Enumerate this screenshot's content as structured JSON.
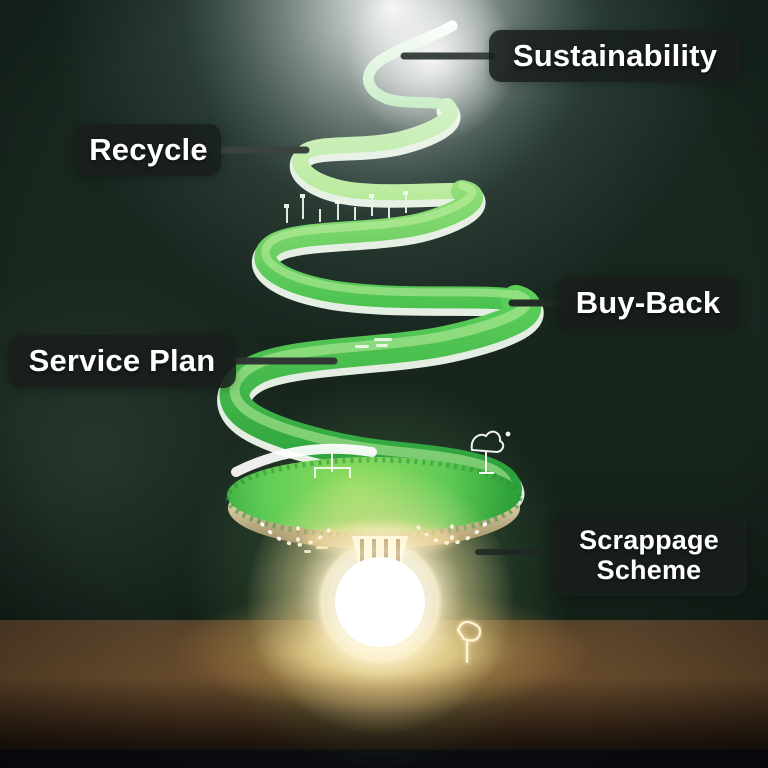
{
  "labels": {
    "sustainability": "Sustainability",
    "recycle": "Recycle",
    "buy_back": "Buy-Back",
    "service_plan": "Service Plan",
    "scrappage_scheme": "Scrappage Scheme"
  },
  "colors": {
    "background_dark": "#18271f",
    "top_glow": "#eef8f8",
    "spiral_tip_white": "#ffffff",
    "grass_light": "#b9eb9b",
    "grass_mid": "#5ecb55",
    "grass_deep": "#2fa23a",
    "ribbon_edge_white": "#f7fff3",
    "bulb_core": "#ffffff",
    "bulb_glow_warm": "#ffd98e",
    "wood_mid": "#6b4e2f",
    "wood_dark": "#0b0909",
    "label_bg": "rgba(25,31,27,0.88)",
    "label_text": "#ffffff",
    "connector": "#3a433d",
    "connector_dark": "#232b26"
  }
}
